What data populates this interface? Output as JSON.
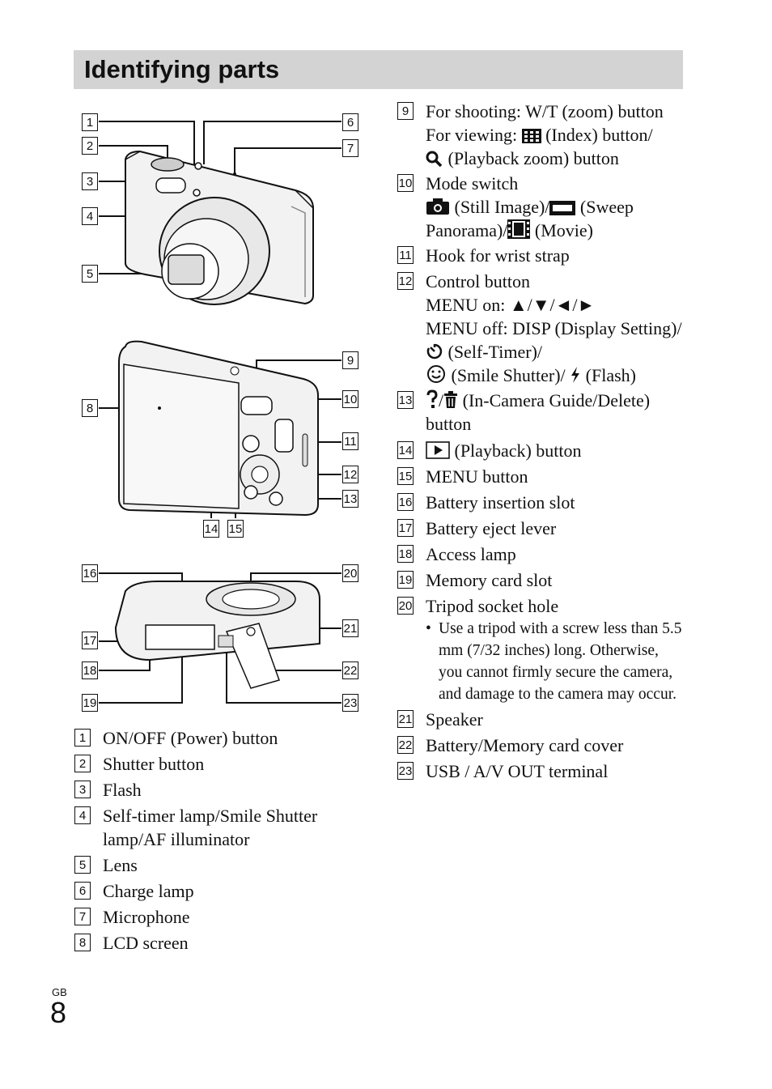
{
  "header": {
    "title": "Identifying parts"
  },
  "callouts": {
    "n1": "1",
    "n2": "2",
    "n3": "3",
    "n4": "4",
    "n5": "5",
    "n6": "6",
    "n7": "7",
    "n8": "8",
    "n9": "9",
    "n10": "10",
    "n11": "11",
    "n12": "12",
    "n13": "13",
    "n14": "14",
    "n15": "15",
    "n16": "16",
    "n17": "17",
    "n18": "18",
    "n19": "19",
    "n20": "20",
    "n21": "21",
    "n22": "22",
    "n23": "23"
  },
  "left_list": [
    {
      "num": "1",
      "text": "ON/OFF (Power) button"
    },
    {
      "num": "2",
      "text": "Shutter button"
    },
    {
      "num": "3",
      "text": "Flash"
    },
    {
      "num": "4",
      "text": "Self-timer lamp/Smile Shutter lamp/AF illuminator"
    },
    {
      "num": "5",
      "text": "Lens"
    },
    {
      "num": "6",
      "text": "Charge lamp"
    },
    {
      "num": "7",
      "text": "Microphone"
    },
    {
      "num": "8",
      "text": "LCD screen"
    }
  ],
  "right_list": {
    "i9": {
      "num": "9",
      "line1": "For shooting: W/T (zoom) button",
      "line2a": "For viewing:",
      "line2b": "(Index) button/",
      "line3": "(Playback zoom) button"
    },
    "i10": {
      "num": "10",
      "line1": "Mode switch",
      "a": "(Still Image)/",
      "b": "(Sweep Panorama)/",
      "c": "(Movie)"
    },
    "i11": {
      "num": "11",
      "text": "Hook for wrist strap"
    },
    "i12": {
      "num": "12",
      "line1": "Control button",
      "line2": "MENU on: ▲/▼/◄/►",
      "line3": "MENU off: DISP (Display Setting)/",
      "line3b": "(Self-Timer)/",
      "line4a": "(Smile Shutter)/",
      "line4b": "(Flash)"
    },
    "i13": {
      "num": "13",
      "text": "(In-Camera Guide/Delete) button"
    },
    "i14": {
      "num": "14",
      "text": "(Playback) button"
    },
    "i15": {
      "num": "15",
      "text": "MENU button"
    },
    "i16": {
      "num": "16",
      "text": "Battery insertion slot"
    },
    "i17": {
      "num": "17",
      "text": "Battery eject lever"
    },
    "i18": {
      "num": "18",
      "text": "Access lamp"
    },
    "i19": {
      "num": "19",
      "text": "Memory card slot"
    },
    "i20": {
      "num": "20",
      "text": "Tripod socket hole",
      "bullet": "Use a tripod with a screw less than 5.5 mm (7/32 inches) long. Otherwise, you cannot firmly secure the camera, and damage to the camera may occur."
    },
    "i21": {
      "num": "21",
      "text": "Speaker"
    },
    "i22": {
      "num": "22",
      "text": "Battery/Memory card cover"
    },
    "i23": {
      "num": "23",
      "text": "USB / A/V OUT terminal"
    }
  },
  "footer": {
    "region": "GB",
    "page": "8"
  }
}
